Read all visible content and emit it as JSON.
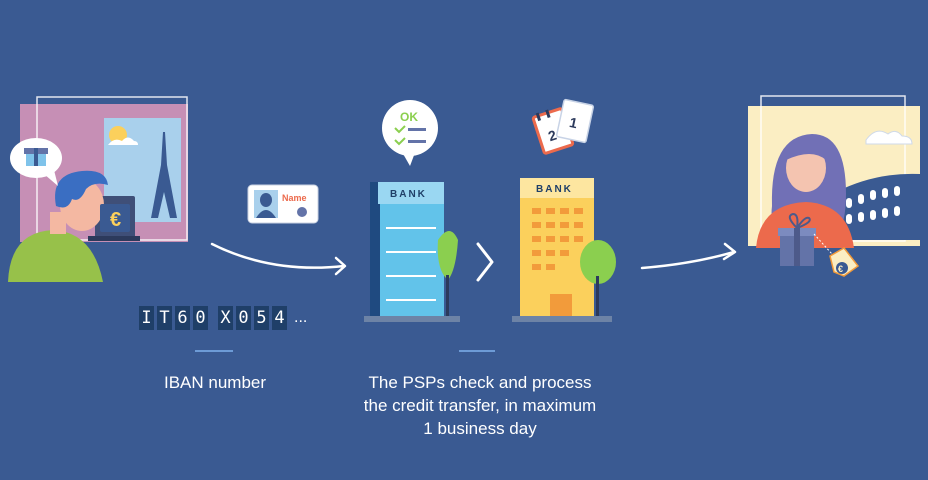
{
  "iban": {
    "characters": [
      "I",
      "T",
      "6",
      "0",
      "X",
      "0",
      "5",
      "4"
    ],
    "ellipsis": "..."
  },
  "captions": {
    "iban": "IBAN number",
    "psp_lines": [
      "The PSPs check and process",
      "the credit transfer, in maximum",
      "1 business day"
    ]
  },
  "labels": {
    "bank": "BANK",
    "ok": "OK",
    "name": "Name",
    "euro": "€",
    "calendar_day_1": "2",
    "calendar_day_2": "1"
  },
  "colors": {
    "background": "#3a5a92",
    "sender_frame": "#c68fb5",
    "window_sky": "#a9d0ec",
    "sender_sweater": "#97c14a",
    "bank1_body": "#62c3ea",
    "bank2_body": "#fbd05c",
    "receiver_frame": "#fbeec3",
    "receiver_hair": "#7170b6",
    "receiver_top": "#ec6a4c",
    "gift_box": "#6373a8",
    "accent_divider": "#6d9bd6",
    "tree_green": "#8bcf4f",
    "iban_box": "#1f3f68"
  }
}
